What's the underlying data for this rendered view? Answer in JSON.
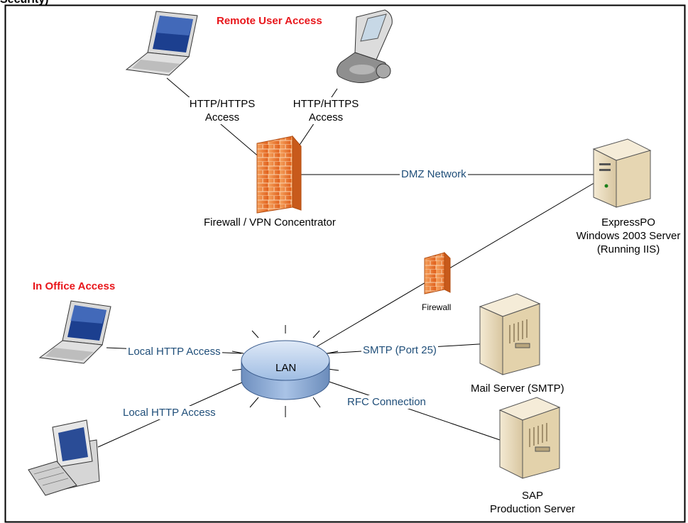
{
  "header_fragment": "Security)",
  "remote": {
    "title": "Remote User Access",
    "laptop_link": [
      "HTTP/HTTPS",
      "Access"
    ],
    "phone_link": [
      "HTTP/HTTPS",
      "Access"
    ]
  },
  "firewall_vpn_label": "Firewall / VPN Concentrator",
  "dmz_label": "DMZ Network",
  "expresspo": {
    "line1": "ExpressPO",
    "line2": "Windows 2003 Server",
    "line3": "(Running IIS)"
  },
  "firewall_small_label": "Firewall",
  "office": {
    "title": "In Office Access",
    "laptop_link": "Local HTTP Access",
    "desktop_link": "Local HTTP Access"
  },
  "lan_label": "LAN",
  "smtp_link": "SMTP (Port 25)",
  "rfc_link": "RFC Connection",
  "mail_server_label": "Mail Server (SMTP)",
  "sap": {
    "line1": "SAP",
    "line2": "Production Server"
  },
  "colors": {
    "firewall_brick": "#e8722a",
    "server_beige": "#e9dcc0",
    "lan_blue": "#aec6e6",
    "label_blue": "#1f4e79",
    "title_red": "#e8161b"
  }
}
